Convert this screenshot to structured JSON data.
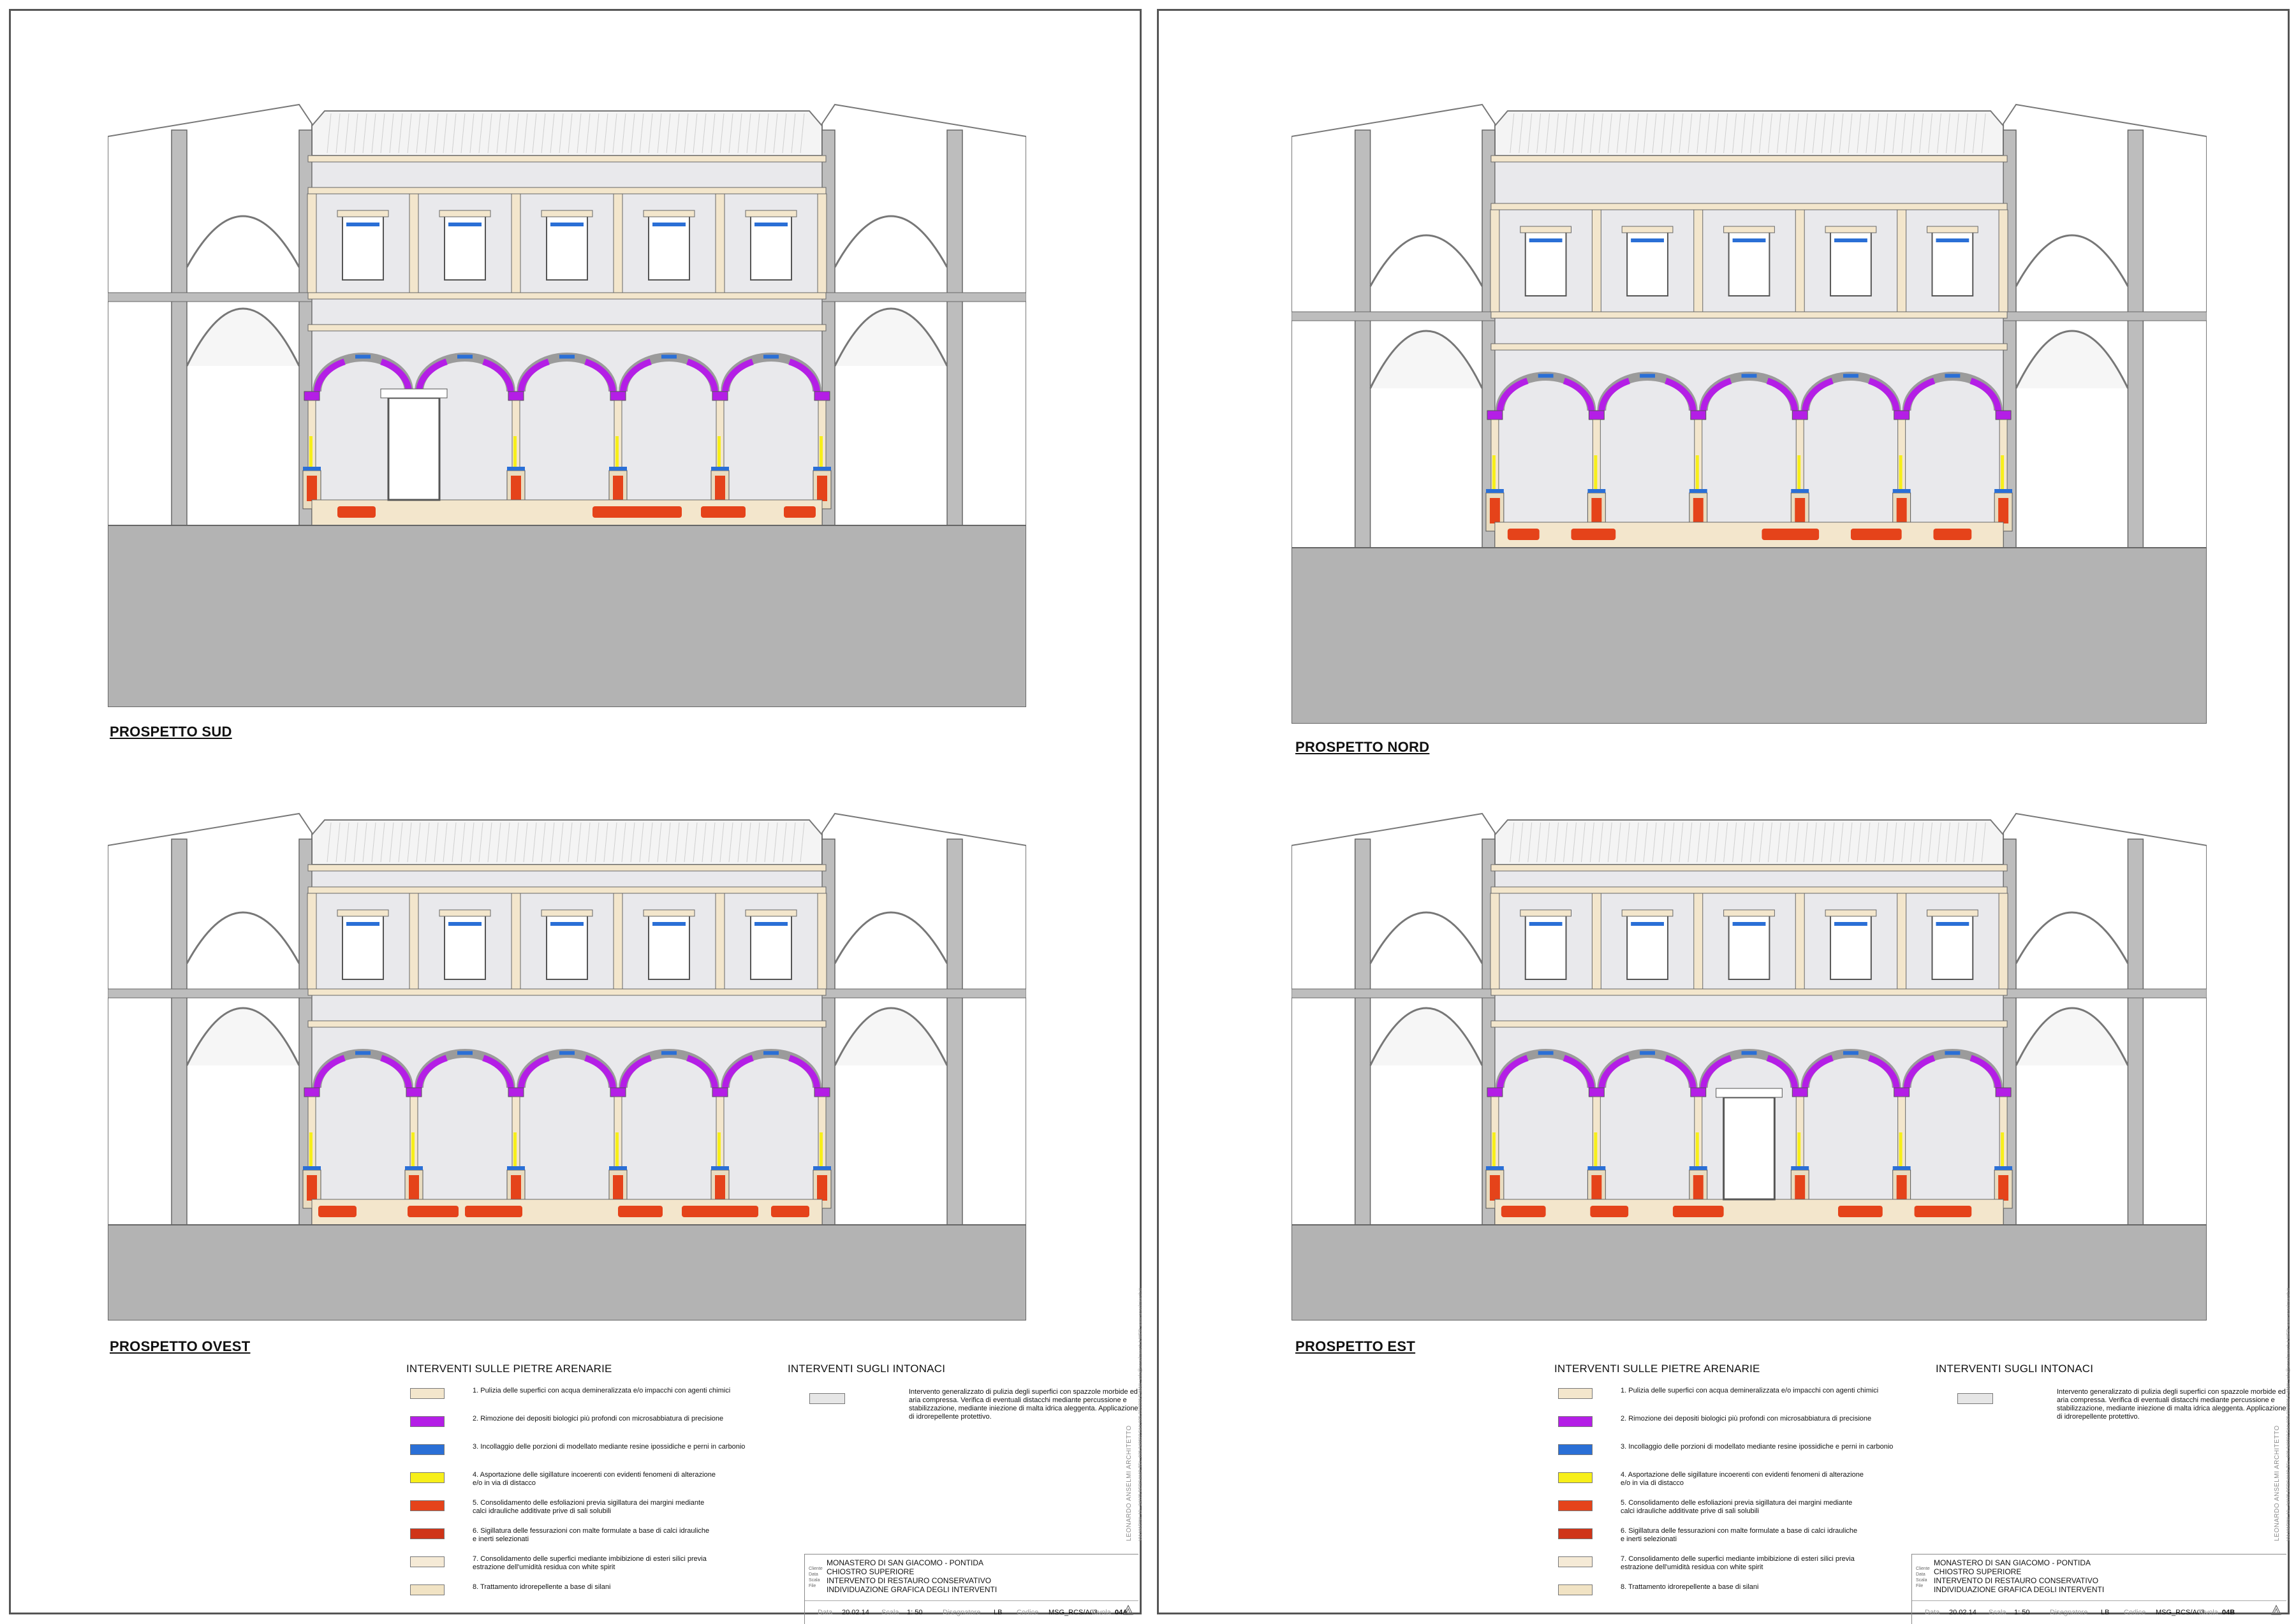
{
  "sheets": [
    {
      "views": [
        "PROSPETTO SUD",
        "PROSPETTO OVEST"
      ],
      "tavola": "04A"
    },
    {
      "views": [
        "PROSPETTO NORD",
        "PROSPETTO EST"
      ],
      "tavola": "04B"
    }
  ],
  "legend": {
    "pietre_title": "INTERVENTI SULLE PIETRE ARENARIE",
    "intonaci_title": "INTERVENTI SUGLI INTONACI",
    "items": [
      {
        "color": "#f3e6cc",
        "text": "1. Pulizia delle superfici con acqua demineralizzata e/o impacchi con agenti chimici"
      },
      {
        "color": "#b41ee6",
        "text": "2. Rimozione dei depositi biologici più profondi con microsabbiatura di precisione"
      },
      {
        "color": "#2a6fd6",
        "text": "3. Incollaggio delle porzioni di modellato mediante resine ipossidiche e perni in carbonio"
      },
      {
        "color": "#f7ef1a",
        "text": "4. Asportazione delle sigillature incoerenti con evidenti fenomeni di alterazione\ne/o in via di distacco"
      },
      {
        "color": "#e5431a",
        "text": "5. Consolidamento delle esfoliazioni previa sigillatura dei margini mediante\ncalci idrauliche additivate prive di sali solubili"
      },
      {
        "color": "#cf3418",
        "text": "6. Sigillatura delle fessurazioni con malte formulate a base di calci idrauliche\ne inerti selezionati"
      },
      {
        "color": "#f5ead6",
        "text": "7. Consolidamento delle superfici mediante imbibizione di esteri silici previa\nestrazione dell'umidità residua con white spirit"
      },
      {
        "color": "#f1e3c4",
        "text": "8. Trattamento idrorepellente a base di silani"
      }
    ],
    "intonaci_text": "Intervento generalizzato di pulizia degli superfici con spazzole morbide ed aria compressa. Verifica di eventuali distacchi mediante percussione e stabilizzazione, mediante iniezione di malta idrica aleggenta. Applicazione di idrorepellente protettivo."
  },
  "titleblock": {
    "line1": "MONASTERO DI SAN GIACOMO - PONTIDA",
    "line2": "CHIOSTRO SUPERIORE",
    "line3": "INTERVENTO DI RESTAURO CONSERVATIVO",
    "line4": "INDIVIDUAZIONE GRAFICA DEGLI INTERVENTI",
    "data_label": "Data",
    "data": "20.02.14",
    "scala_label": "Scala",
    "scala": "1: 50",
    "disegnatore_label": "Disegnatore",
    "disegnatore": "LB",
    "codice_label": "Codice",
    "codice": "MSG_RCS/A03",
    "tavola_label": "Tavola",
    "side_labels": "Cliente\nData\nScala\nFile"
  },
  "firm": {
    "name": "LEONARDO ANSELMI ARCHITETTO",
    "address": "VIA MARINI, 19 - 24125 BERGAMO     TEL. 035.240697     FAX 035.22/2026     E-MAIL: info@anselmiarch.it     WEB: www.anselmiarch.it"
  },
  "colors": {
    "stone": "#f3e6cc",
    "purple": "#b41ee6",
    "blue": "#2a6fd6",
    "yellow": "#f7ef1a",
    "orange": "#e5431a",
    "wall": "#bdbdbd",
    "ground": "#b3b3b3",
    "plaster": "#e9e9ec"
  }
}
